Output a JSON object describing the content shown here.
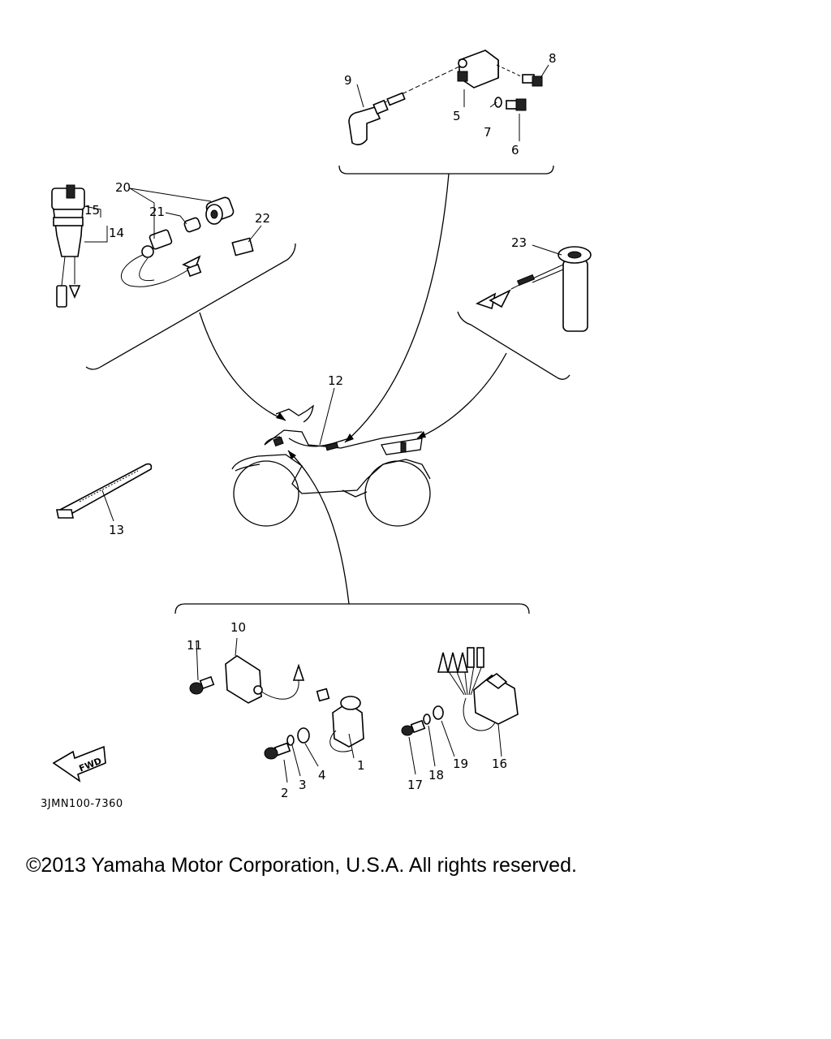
{
  "diagram": {
    "part_labels": {
      "p1": "1",
      "p2": "2",
      "p3": "3",
      "p4": "4",
      "p5": "5",
      "p6": "6",
      "p7": "7",
      "p8": "8",
      "p9": "9",
      "p10": "10",
      "p11": "11",
      "p12": "12",
      "p13": "13",
      "p14": "14",
      "p15": "15",
      "p16": "16",
      "p17": "17",
      "p18": "18",
      "p19": "19",
      "p20": "20",
      "p21": "21",
      "p22": "22",
      "p23": "23"
    },
    "fwd_label": "FWD",
    "drawing_code": "3JMN100-7360"
  },
  "footer": {
    "copyright": "©2013 Yamaha Motor Corporation, U.S.A. All rights reserved."
  }
}
